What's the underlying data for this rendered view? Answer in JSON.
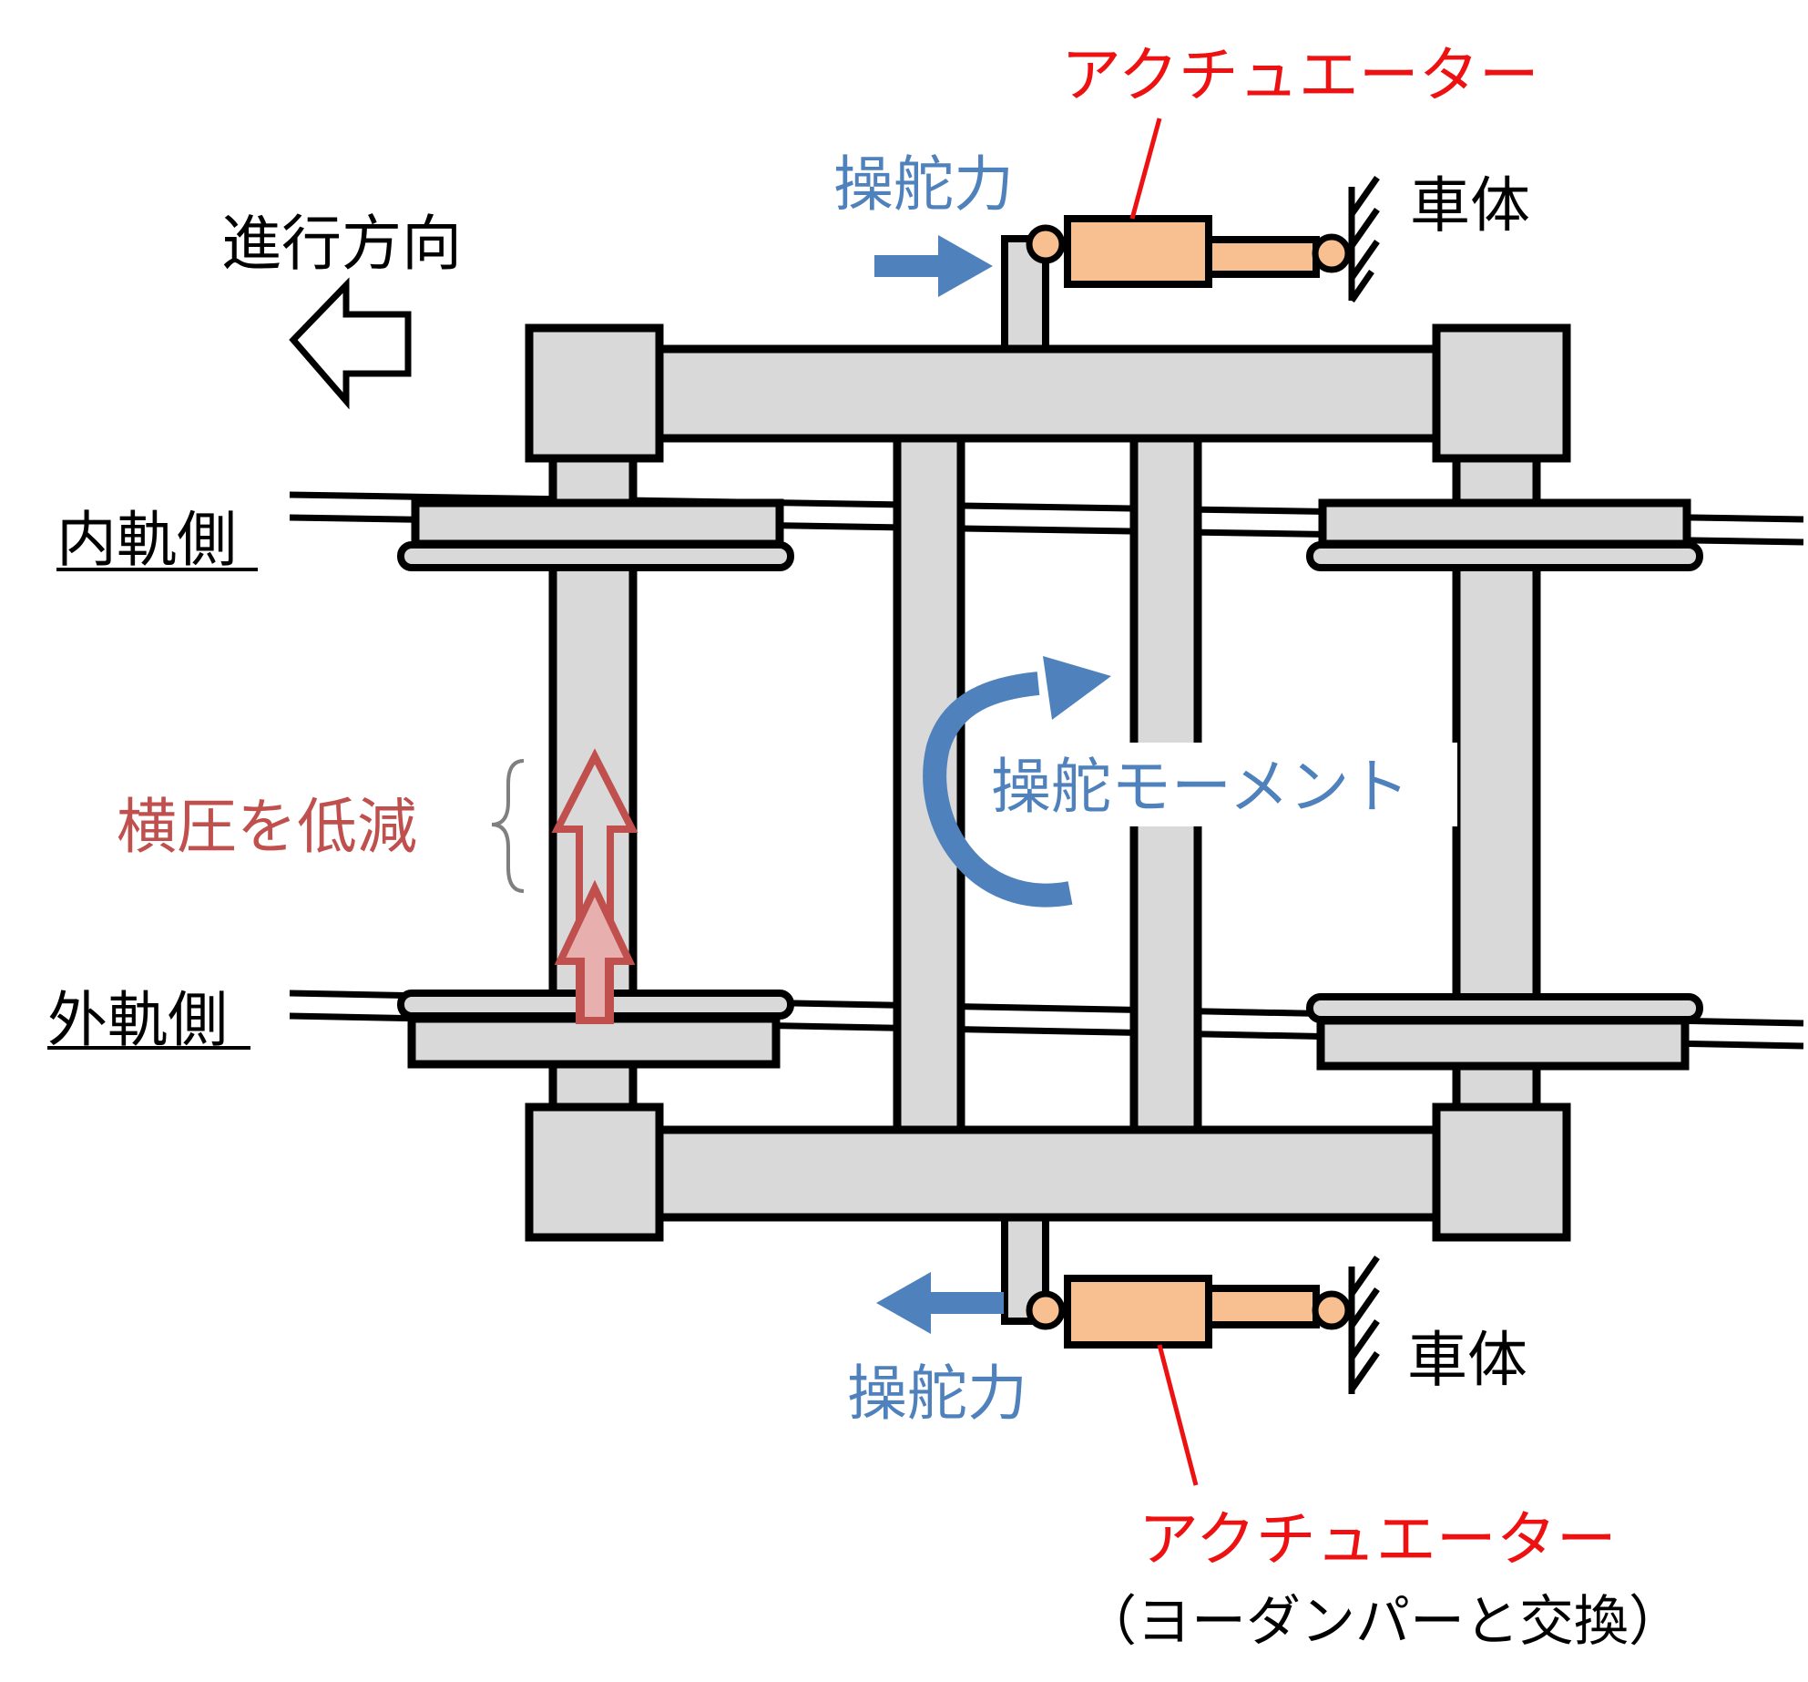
{
  "labels": {
    "direction": "進行方向",
    "inner_rail": "内軌側",
    "outer_rail": "外軌側",
    "lateral_force": "横圧を低減",
    "steering_force_top": "操舵力",
    "steering_force_bottom": "操舵力",
    "steering_moment": "操舵モーメント",
    "actuator_top": "アクチュエーター",
    "actuator_bottom": "アクチュエーター",
    "actuator_note": "（ヨーダンパーと交換）",
    "car_body_top": "車体",
    "car_body_bottom": "車体"
  },
  "colors": {
    "frame_fill": "#d9d9d9",
    "outline": "#000000",
    "actuator_fill": "#f8c090",
    "actuator_label": "#ee1111",
    "steering_blue": "#4f81bd",
    "lateral_red": "#c0504d",
    "brace_gray": "#7f7f7f"
  }
}
